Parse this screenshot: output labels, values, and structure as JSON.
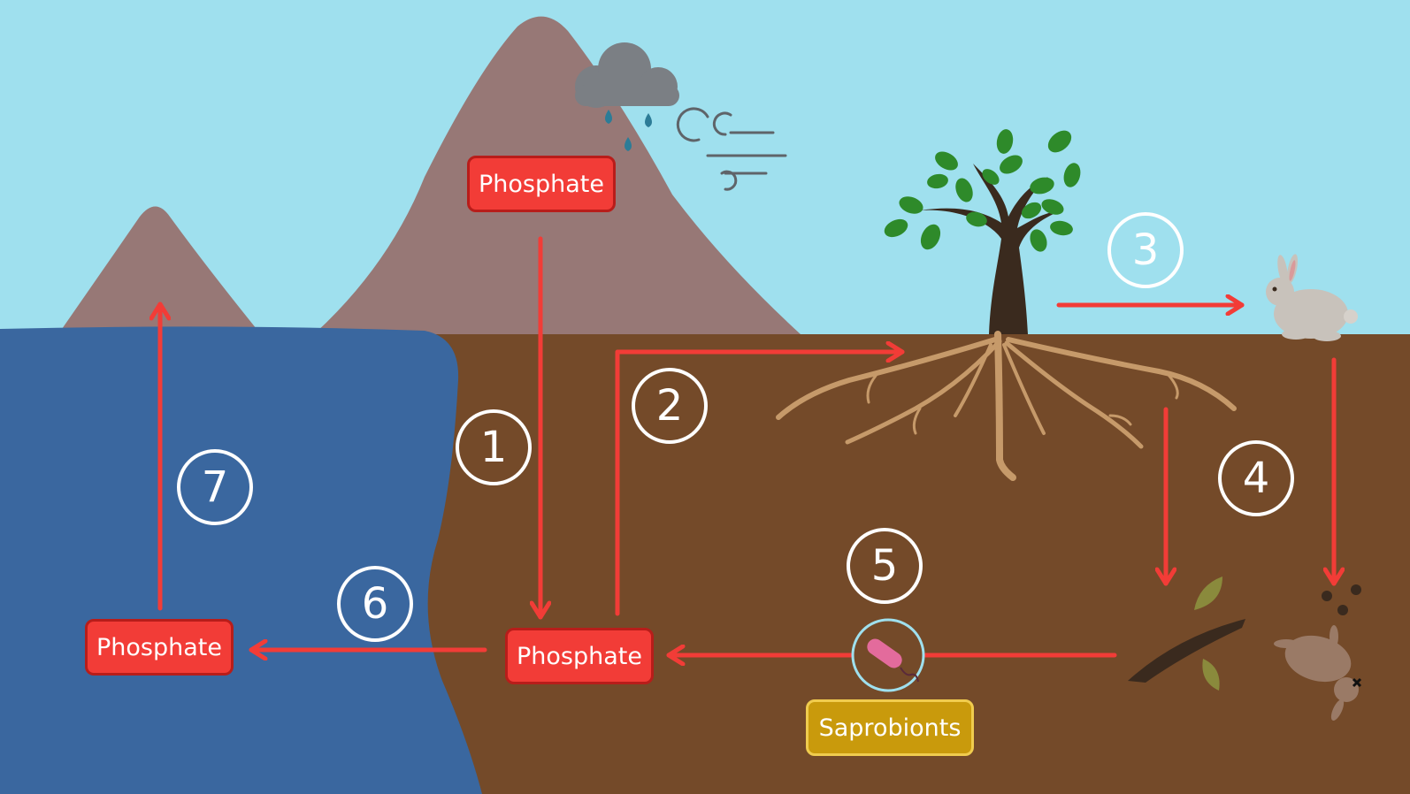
{
  "labels": {
    "phosphate_mountain": "Phosphate",
    "phosphate_soil": "Phosphate",
    "phosphate_water": "Phosphate",
    "saprobionts": "Saprobionts"
  },
  "steps": [
    "1",
    "2",
    "3",
    "4",
    "5",
    "6",
    "7"
  ],
  "icons": [
    "rain-cloud-icon",
    "wind-icon",
    "tree-icon",
    "rabbit-icon",
    "leaf-litter-icon",
    "droppings-icon",
    "dead-rabbit-icon",
    "bacterium-icon"
  ],
  "colors": {
    "sky": "#9fe0ee",
    "mountain": "#977876",
    "soil": "#744a29",
    "water": "#3a679f",
    "arrow": "#f23c37",
    "phosphate_box": "#f23c37",
    "saprobionts_box": "#c99a0c"
  }
}
